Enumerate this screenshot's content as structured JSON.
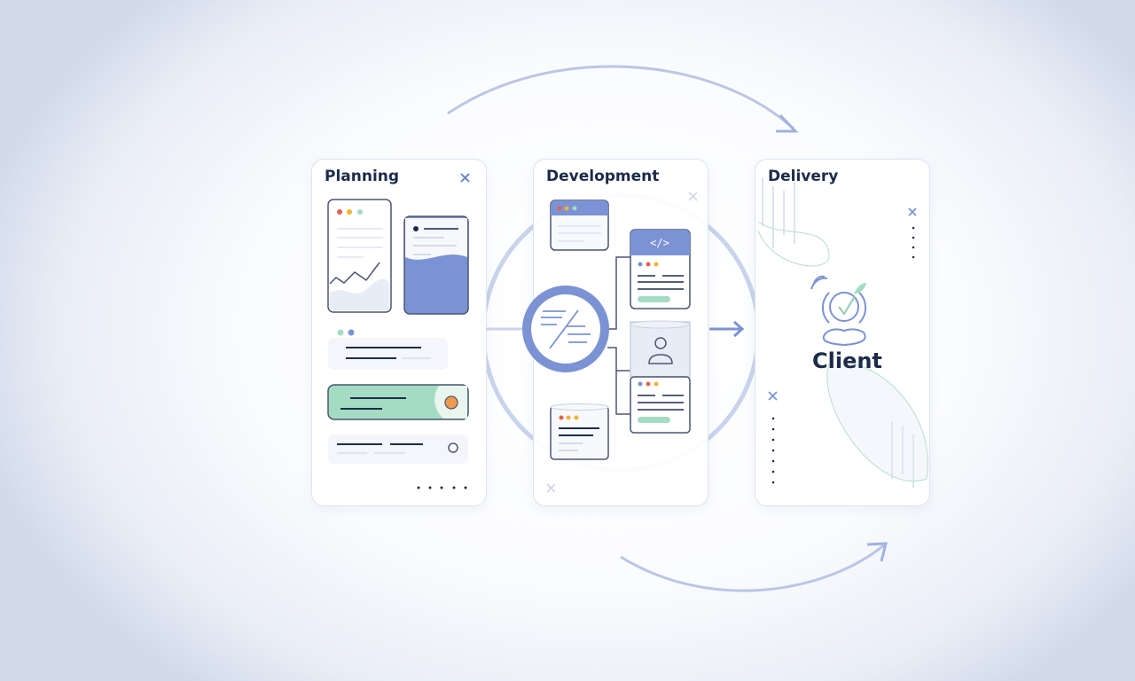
{
  "stages": [
    {
      "title": "Planning"
    },
    {
      "title": "Development"
    },
    {
      "title": "Delivery"
    }
  ],
  "delivery": {
    "target_label": "Client"
  },
  "code_tag": "</>",
  "colors": {
    "accent": "#7b93d4",
    "navy": "#1c2b4a",
    "green": "#a3dcc3",
    "orange": "#f19a4a",
    "red": "#e5604e",
    "yellow": "#f2b233"
  }
}
